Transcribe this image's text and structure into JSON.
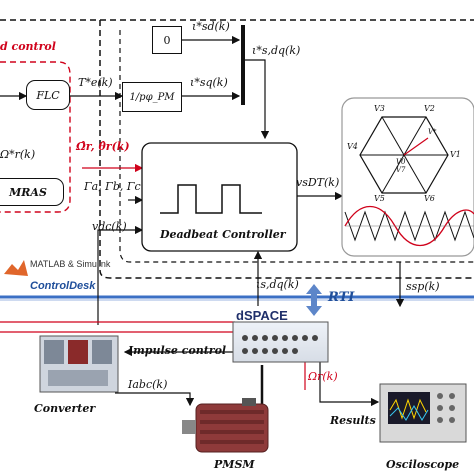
{
  "blocks": {
    "zero": "0",
    "flc": "FLC",
    "gain": "1/pφ_PM",
    "mras": "MRAS",
    "deadbeat": "Deadbeat Controller"
  },
  "labels": {
    "control_title": "d control",
    "isd_ref": "ι*sd(k)",
    "isq_ref": "ι*sq(k)",
    "isdq_ref": "ι*s,dq(k)",
    "te_ref": "T*e(k)",
    "omega_ref": "Ω*r(k)",
    "omega_theta_hat": "Ω̂r, θ̂r(k)",
    "gammas": "Γa, Γb, Γc",
    "vdc": "vdc(k)",
    "vs_dt": "vsDT(k)",
    "isdq": "ιs,dq(k)",
    "ssp": "ssp(k)",
    "matlab": "MATLAB & Simulink",
    "controldesk": "ControlDesk",
    "rti": "RTI",
    "dspace": "dSPACE",
    "impulse": "Impulse control",
    "converter": "Converter",
    "iabc": "Iabc(k)",
    "omega_r": "Ωr(k)",
    "results": "Results",
    "pmsm": "PMSM",
    "oscilloscope": "Osciloscope"
  },
  "hexagon": {
    "v3": "V3",
    "v2": "V2",
    "v4": "V4",
    "v1": "V1",
    "v5": "V5",
    "v6": "V6",
    "v0": "V0",
    "v7": "V7",
    "vstar": "V*"
  },
  "colors": {
    "red": "#d0021b",
    "blue": "#1f4e9a",
    "band": "#3b6fc4"
  }
}
